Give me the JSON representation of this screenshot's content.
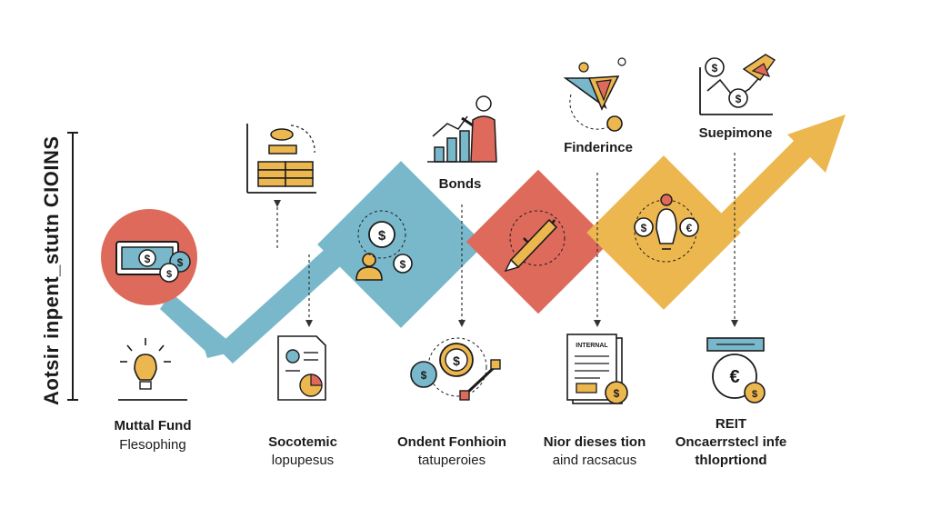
{
  "side_title": "Aotsir inpent_stutn CIOINS",
  "top_labels": {
    "bonds": "Bonds",
    "finderince": "Finderince",
    "suepimone": "Suepimone"
  },
  "bottom_captions": [
    {
      "line1": "Muttal Fund",
      "line2": "Flesophing"
    },
    {
      "line1": "Socotemic",
      "line2": "lopupesus"
    },
    {
      "line1": "Ondent Fonhioin",
      "line2": "tatuperoies"
    },
    {
      "line1": "Nior dieses tion",
      "line2": "aind racsacus"
    },
    {
      "line1": "REIT",
      "line2": "Oncaerrstecl infe",
      "line3": "thloprtiond"
    }
  ],
  "doc_label": "INTERNAL",
  "icons": {
    "mutual_fund": "money-coin-icon",
    "stacked_coins": "stacked-coins-icon",
    "person_investor": "person-dollar-icon",
    "bonds": "growth-chart-person-icon",
    "pen_check": "pen-check-icon",
    "finderince": "funnel-gem-icon",
    "lightbulb": "balloon-coins-icon",
    "suepimone": "line-chart-coins-icon",
    "idea": "lightbulb-icon",
    "report": "report-document-icon",
    "coins_key": "coins-key-icon",
    "internal_doc": "internal-document-icon",
    "reit": "reit-bank-icon"
  },
  "colors": {
    "red": "#DE6A5C",
    "blue": "#79B8CB",
    "orange": "#EDB750",
    "ink": "#1B1B1B"
  }
}
